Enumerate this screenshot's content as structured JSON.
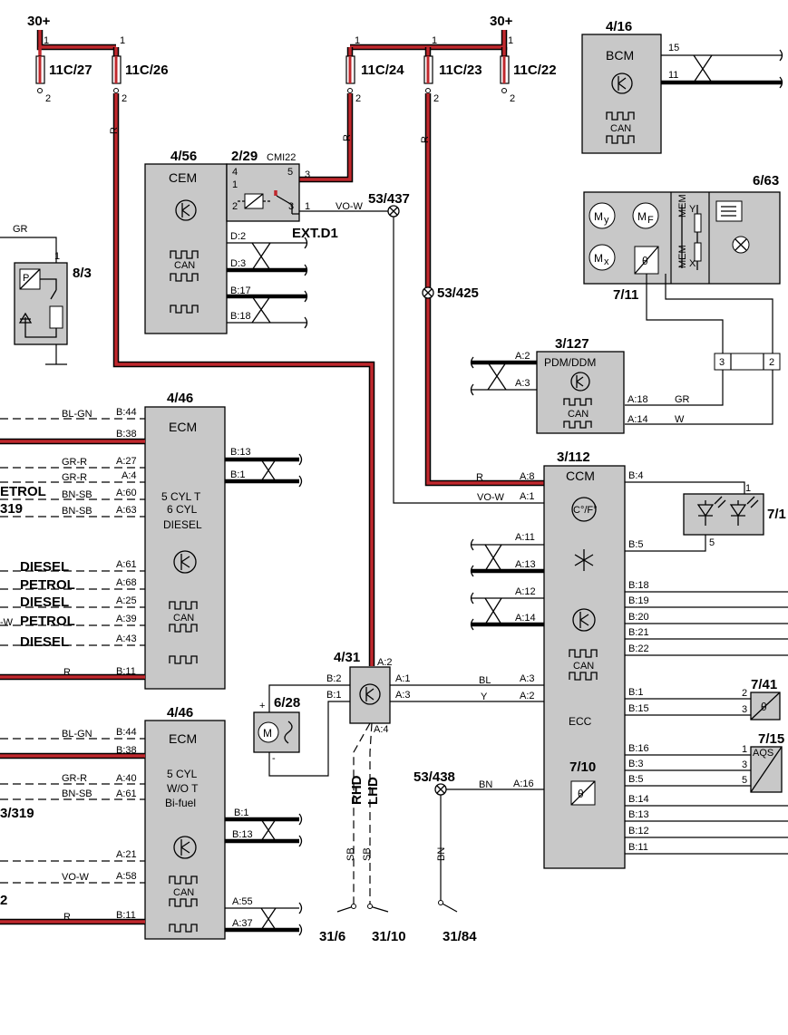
{
  "supply": {
    "left": "30+",
    "right": "30+"
  },
  "fuses": {
    "f1": "11C/27",
    "f2": "11C/26",
    "f3": "11C/24",
    "f4": "11C/23",
    "f5": "11C/22",
    "pin_in": "1",
    "pin_out": "2"
  },
  "wires": {
    "r": "R",
    "gr": "GR",
    "vow": "VO-W",
    "bl": "BL",
    "y": "Y",
    "bn": "BN",
    "sb": "SB",
    "w": "W",
    "blgn": "BL-GN",
    "grr": "GR-R",
    "bnsb": "BN-SB"
  },
  "bcm": {
    "ref": "4/16",
    "name": "BCM",
    "can": "CAN",
    "pin_a": "15",
    "pin_b": "11"
  },
  "cem": {
    "ref": "4/56",
    "name": "CEM",
    "can": "CAN",
    "pins": [
      "D:2",
      "D:3",
      "B:17",
      "B:18"
    ]
  },
  "relay": {
    "ref": "2/29",
    "cmi": "CMI22",
    "pins": [
      "4",
      "1",
      "2",
      "5",
      "3",
      "3",
      "1"
    ],
    "label": "EXT.D1"
  },
  "splices": {
    "s437": "53/437",
    "s425": "53/425",
    "s438": "53/438"
  },
  "sensor83": {
    "ref": "8/3",
    "pin": "1"
  },
  "unit663": {
    "ref": "6/63",
    "my": "M",
    "my_sub": "y",
    "mf": "M",
    "mf_sub": "F",
    "mx": "M",
    "mx_sub": "x",
    "mem": "MEM",
    "mem_y": "Y",
    "mem_x": "X"
  },
  "sens711": {
    "ref": "7/11",
    "symbol": "θ"
  },
  "connector": {
    "pin3": "3",
    "pin2": "2"
  },
  "pdm": {
    "ref": "3/127",
    "name": "PDM/DDM",
    "can": "CAN",
    "pins": [
      "A:2",
      "A:3",
      "A:18",
      "A:14"
    ]
  },
  "ecm1": {
    "ref": "4/46",
    "name": "ECM",
    "variant": [
      "5 CYL T",
      "6 CYL",
      "DIESEL"
    ],
    "can": "CAN",
    "pins_l": [
      "B:44",
      "B:38",
      "A:27",
      "A:4",
      "A:60",
      "A:63",
      "A:61",
      "A:68",
      "A:25",
      "A:39",
      "A:43",
      "B:11"
    ],
    "pins_r": [
      "B:13",
      "B:1"
    ],
    "texts": [
      "ETROL",
      "319",
      "DIESEL",
      "PETROL",
      "DIESEL",
      "PETROL",
      "DIESEL",
      "-W"
    ]
  },
  "ecm2": {
    "ref": "4/46",
    "name": "ECM",
    "variant": [
      "5 CYL",
      "W/O T",
      "Bi-fuel"
    ],
    "can": "CAN",
    "pins_l": [
      "B:44",
      "B:38",
      "A:40",
      "A:61",
      "A:21",
      "A:58",
      "B:11"
    ],
    "pins_r": [
      "B:1",
      "B:13",
      "A:55",
      "A:37"
    ],
    "texts": [
      "3/319",
      "2"
    ]
  },
  "ccm": {
    "ref": "3/112",
    "name": "CCM",
    "temp": "C°/F°",
    "can": "CAN",
    "ecc": "ECC",
    "sub_ref": "7/10",
    "symbol": "θ",
    "pins_l": [
      "A:8",
      "A:1",
      "A:11",
      "A:13",
      "A:12",
      "A:14",
      "A:3",
      "A:2",
      "A:16"
    ],
    "pins_r": [
      "B:4",
      "B:5",
      "B:18",
      "B:19",
      "B:20",
      "B:21",
      "B:22",
      "B:1",
      "B:15",
      "B:16",
      "B:3",
      "B:5",
      "B:14",
      "B:13",
      "B:12",
      "B:11"
    ]
  },
  "sun": {
    "ref": "7/1",
    "pin1": "1",
    "pin5": "5"
  },
  "s741": {
    "ref": "7/41",
    "pin2": "2",
    "pin3": "3",
    "symbol": "θ"
  },
  "s715": {
    "ref": "7/15",
    "pin1": "1",
    "pin3": "3",
    "pin5": "5",
    "aqs": "AQS"
  },
  "fanctl": {
    "ref": "4/31",
    "pins": [
      "B:2",
      "B:1",
      "A:2",
      "A:1",
      "A:3",
      "A:4"
    ],
    "rhd": "RHD",
    "lhd": "LHD"
  },
  "motor": {
    "ref": "6/28",
    "plus": "+",
    "minus": "-",
    "m": "M"
  },
  "grounds": {
    "g1": "31/6",
    "g2": "31/10",
    "g3": "31/84"
  }
}
